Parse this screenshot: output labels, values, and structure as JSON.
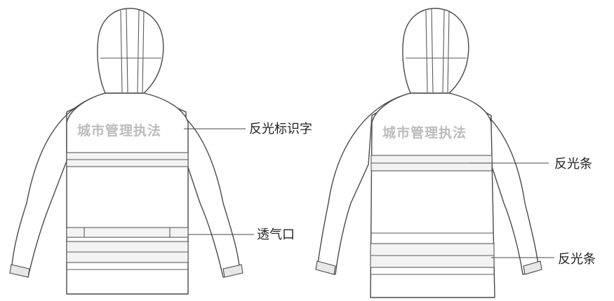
{
  "diagram": {
    "front_view": {
      "reflective_text": "城市管理执法",
      "callouts": {
        "reflective_text_label": "反光标识字",
        "vent_label": "透气口"
      }
    },
    "back_view": {
      "reflective_text": "城市管理执法",
      "callouts": {
        "upper_strip_label": "反光条",
        "lower_strip_label": "反光条"
      }
    }
  }
}
